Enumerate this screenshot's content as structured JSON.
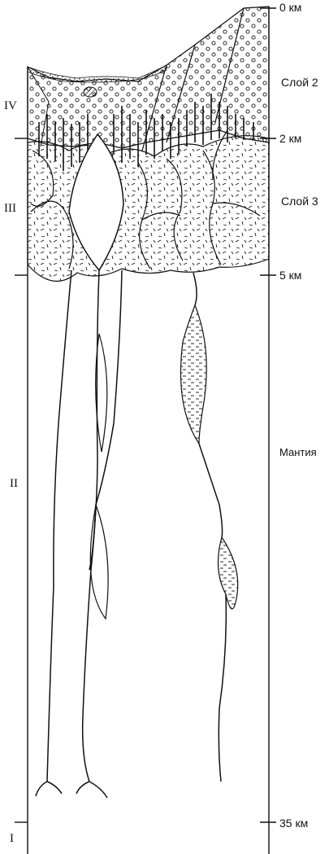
{
  "depth_scale": {
    "label_0": "0 км",
    "label_2": "2 км",
    "label_5": "5 км",
    "label_35": "35 км"
  },
  "layers": {
    "layer2": "Слой 2",
    "layer3": "Слой 3",
    "mantle": "Мантия"
  },
  "zones": {
    "z4": "IV",
    "z3": "III",
    "z2": "II",
    "z1": "I"
  },
  "colors": {
    "ink": "#111111",
    "paper": "#ffffff"
  }
}
